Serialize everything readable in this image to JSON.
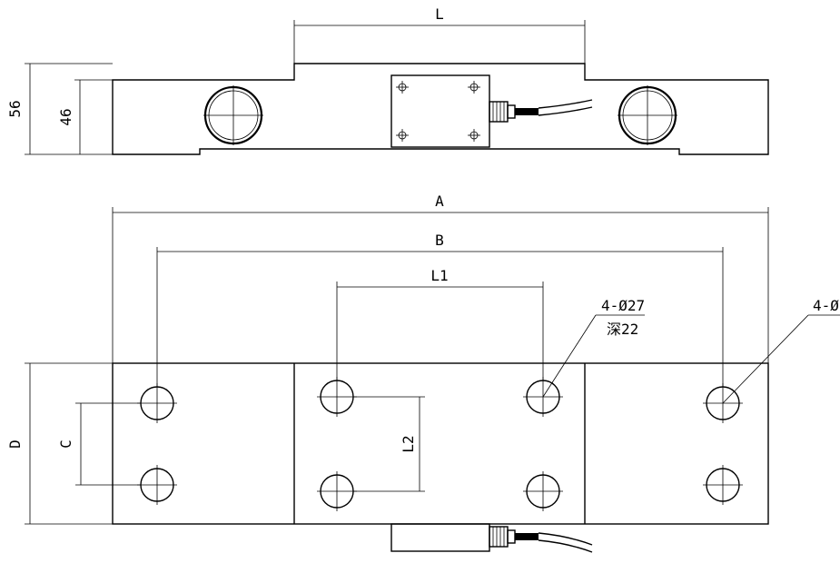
{
  "drawing": {
    "top_view": {
      "dim_length": "L",
      "dim_height_total": "56",
      "dim_height_body": "46"
    },
    "plan_view": {
      "dim_overall": "A",
      "dim_outer_hole_pitch": "B",
      "dim_inner_hole_pitch": "L1",
      "dim_inner_hole_spacing": "L2",
      "dim_outer_hole_spacing": "C",
      "dim_width": "D",
      "callout_inner_holes_line1": "4-Ø27",
      "callout_inner_holes_line2": "深22",
      "callout_outer_holes": "4-Ø"
    }
  }
}
